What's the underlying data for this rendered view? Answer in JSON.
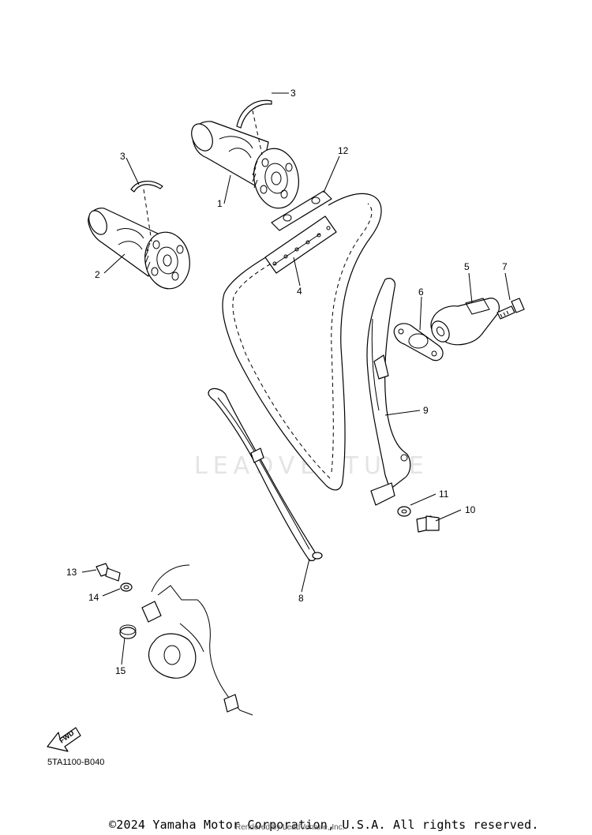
{
  "diagram": {
    "callouts": [
      "1",
      "2",
      "3",
      "3",
      "4",
      "5",
      "6",
      "7",
      "8",
      "9",
      "10",
      "11",
      "12",
      "13",
      "14",
      "15"
    ],
    "fwd_label": "FWD",
    "diagram_code": "5TA1100-B040",
    "watermark": "LEADVENTURE"
  },
  "footer": {
    "copyright": "©2024 Yamaha Motor Corporation, U.S.A. All rights reserved.",
    "rendered_by": "Rendered by LeadVenture, Inc."
  }
}
